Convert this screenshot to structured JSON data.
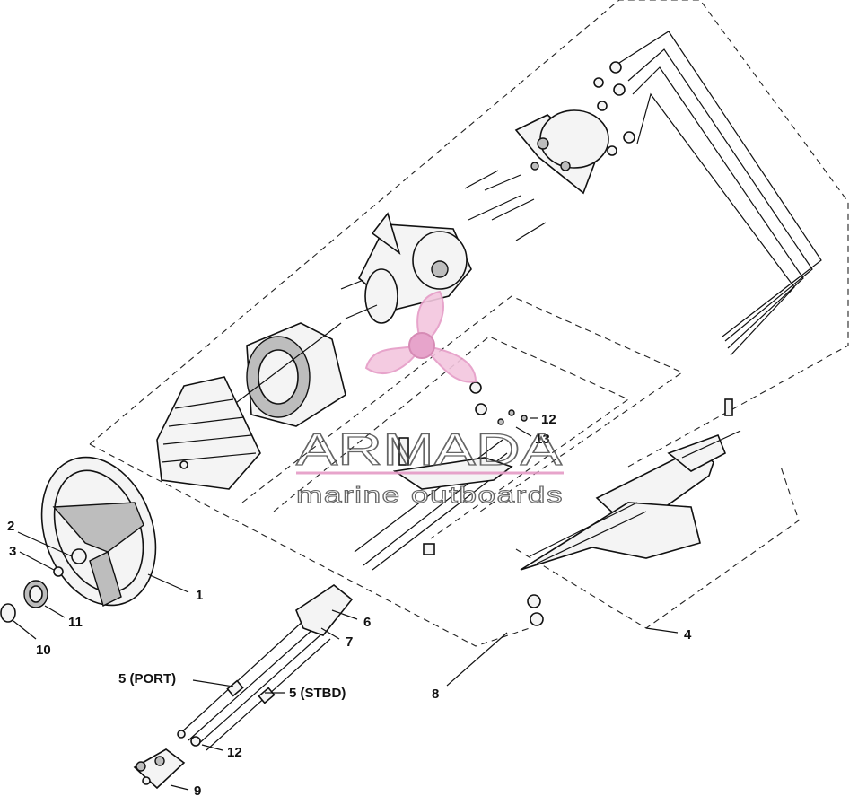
{
  "callouts": {
    "c1": "1",
    "c2": "2",
    "c3": "3",
    "c4": "4",
    "c5_port": "5 (PORT)",
    "c5_stbd": "5 (STBD)",
    "c6": "6",
    "c7": "7",
    "c8": "8",
    "c9": "9",
    "c10": "10",
    "c11": "11",
    "c12_top": "12",
    "c12_bottom": "12",
    "c13": "13"
  },
  "watermark": {
    "brand": "ARMADA",
    "tagline": "marine outboards",
    "accent_color": "#e59bc6",
    "logo_icon": "propeller-icon"
  }
}
